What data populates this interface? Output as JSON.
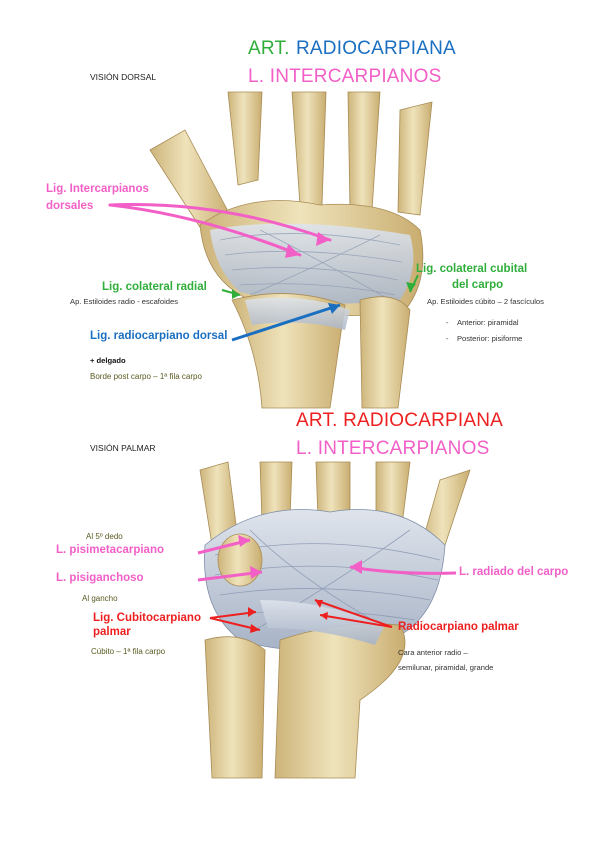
{
  "colors": {
    "pink": "#f25fc7",
    "green": "#2fae3a",
    "blue": "#1b6fc0",
    "red": "#ee1f1f",
    "bone": "#e8d8a6",
    "ligament": "#c9d2e0"
  },
  "dorsal": {
    "title_art": "ART.",
    "title_radiocarpiana": "RADIOCARPIANA",
    "title_intercarpianos": "L. INTERCARPIANOS",
    "view_label": "VISIÓN DORSAL",
    "lig_intercarpianos_1": "Lig. Intercarpianos",
    "lig_intercarpianos_2": "dorsales",
    "lig_colateral_radial": "Lig. colateral radial",
    "colateral_radial_note": "Ap. Estiloides radio - escafoides",
    "lig_colateral_cubital_1": "Lig. colateral cubital",
    "lig_colateral_cubital_2": "del carpo",
    "colateral_cubital_note": "Ap. Estiloides cúbito – 2 fascículos",
    "fasciculo_anterior": "Anterior: piramidal",
    "fasciculo_posterior": "Posterior: pisiforme",
    "lig_radiocarpiano_dorsal": "Lig. radiocarpiano dorsal",
    "mas_delgado": "+ delgado",
    "borde_post": "Borde post carpo – 1ª fila carpo"
  },
  "palmar": {
    "title_art": "ART. RADIOCARPIANA",
    "title_intercarpianos": "L. INTERCARPIANOS",
    "view_label": "VISIÓN PALMAR",
    "al_quinto_dedo": "Al 5º dedo",
    "l_pisimetacarpiano": "L. pisimetacarpiano",
    "l_pisiganchoso": "L. pisiganchoso",
    "al_gancho": "Al gancho",
    "lig_cubitocarpiano_1": "Lig. Cubitocarpiano",
    "lig_cubitocarpiano_2": "palmar",
    "cubito_note": "Cúbito – 1ª fila carpo",
    "l_radiado": "L. radiado del carpo",
    "radiocarpiano_palmar": "Radiocarpiano palmar",
    "cara_anterior_1": "Cara anterior radio –",
    "cara_anterior_2": "semilunar, piramidal, grande"
  }
}
